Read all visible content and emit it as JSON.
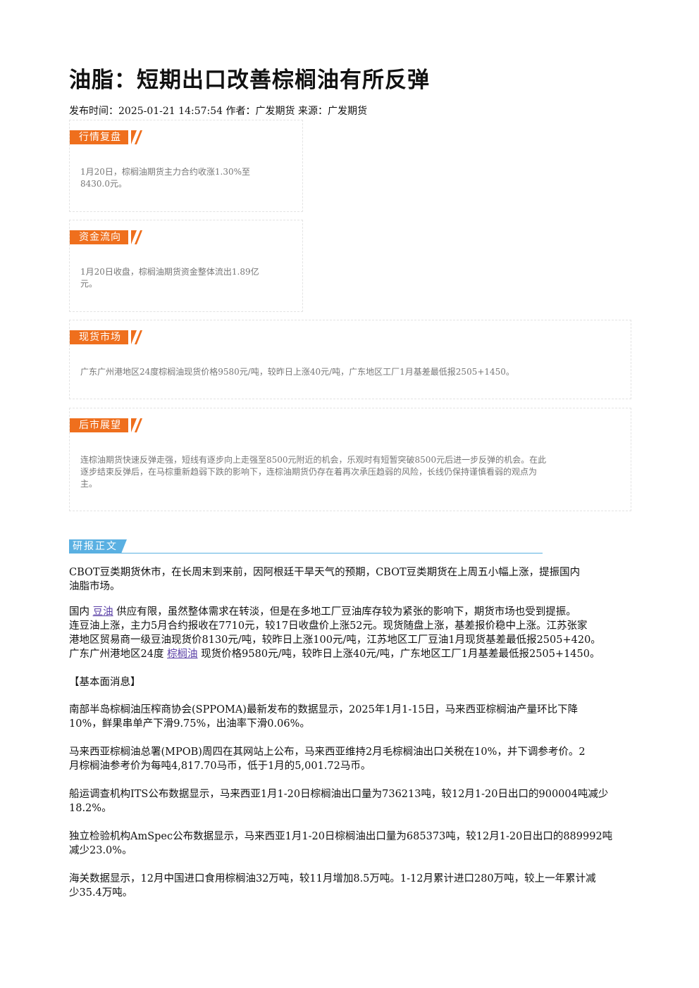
{
  "article": {
    "title": "油脂：短期出口改善棕榈油有所反弹",
    "meta": {
      "publish_label": "发布时间：",
      "publish_time": "2025-01-21 14:57:54",
      "author_label": " 作者：",
      "author": "广发期货",
      "source_label": " 来源：",
      "source": "广发期货"
    }
  },
  "boxes": {
    "market_review": {
      "tag": "行情复盘",
      "line1": "1月20日，棕榈油期货主力合约收涨1.30%至",
      "line2": "8430.0元。"
    },
    "fund_flow": {
      "tag": "资金流向",
      "line1": "1月20日收盘，棕榈油期货资金整体流出1.89亿",
      "line2": "元。"
    },
    "spot_market": {
      "tag": "现货市场",
      "line1": "广东广州港地区24度棕榈油现货价格9580元/吨，较昨日上涨40元/吨，广东地区工厂1月基差最低报2505+1450。"
    },
    "outlook": {
      "tag": "后市展望",
      "line1": "连棕油期货快速反弹走强，短线有逐步向上走强至8500元附近的机会，乐观时有短暂突破8500元后进一步反弹的机会。在此",
      "line2": "逐步结束反弹后，在马棕重新趋弱下跌的影响下，连棕油期货仍存在着再次承压趋弱的风险，长线仍保持谨慎看弱的观点为",
      "line3": "主。"
    }
  },
  "report": {
    "section_label": "研报正文",
    "p1_line1": "CBOT豆类期货休市，在长周末到来前，因阿根廷干旱天气的预期，CBOT豆类期货在上周五小幅上涨，提振国内",
    "p1_line2": "油脂市场。",
    "p2_pre": "国内 ",
    "p2_link1": "豆油",
    "p2_line1_post": " 供应有限，虽然整体需求在转淡，但是在多地工厂豆油库存较为紧张的影响下，期货市场也受到提振。",
    "p2_line2": "连豆油上涨，主力5月合约报收在7710元，较17日收盘价上涨52元。现货随盘上涨，基差报价稳中上涨。江苏张家",
    "p2_line3": "港地区贸易商一级豆油现货价8130元/吨，较昨日上涨100元/吨，江苏地区工厂豆油1月现货基差最低报2505+420。",
    "p2_line4_pre": "广东广州港地区24度 ",
    "p2_link2": "棕榈油",
    "p2_line4_post": " 现货价格9580元/吨，较昨日上涨40元/吨，广东地区工厂1月基差最低报2505+1450。",
    "fundamentals_heading": "【基本面消息】",
    "n1_line1": "南部半岛棕榈油压榨商协会(SPPOMA)最新发布的数据显示，2025年1月1-15日，马来西亚棕榈油产量环比下降",
    "n1_line2": "10%，鲜果串单产下滑9.75%，出油率下滑0.06%。",
    "n2_line1": "马来西亚棕榈油总署(MPOB)周四在其网站上公布，马来西亚维持2月毛棕榈油出口关税在10%，并下调参考价。2",
    "n2_line2": "月棕榈油参考价为每吨4,817.70马币，低于1月的5,001.72马币。",
    "n3_line1": "船运调查机构ITS公布数据显示，马来西亚1月1-20日棕榈油出口量为736213吨，较12月1-20日出口的900004吨减少",
    "n3_line2": "18.2%。",
    "n4_line1": "独立检验机构AmSpec公布数据显示，马来西亚1月1-20日棕榈油出口量为685373吨，较12月1-20日出口的889992吨",
    "n4_line2": "减少23.0%。",
    "n5_line1": "海关数据显示，12月中国进口食用棕榈油32万吨，较11月增加8.5万吨。1-12月累计进口280万吨，较上一年累计减",
    "n5_line2": "少35.4万吨。"
  },
  "colors": {
    "tag_orange": "#ef6f1d",
    "section_blue": "#5ab0e2",
    "link_purple": "#5a3fa6"
  }
}
